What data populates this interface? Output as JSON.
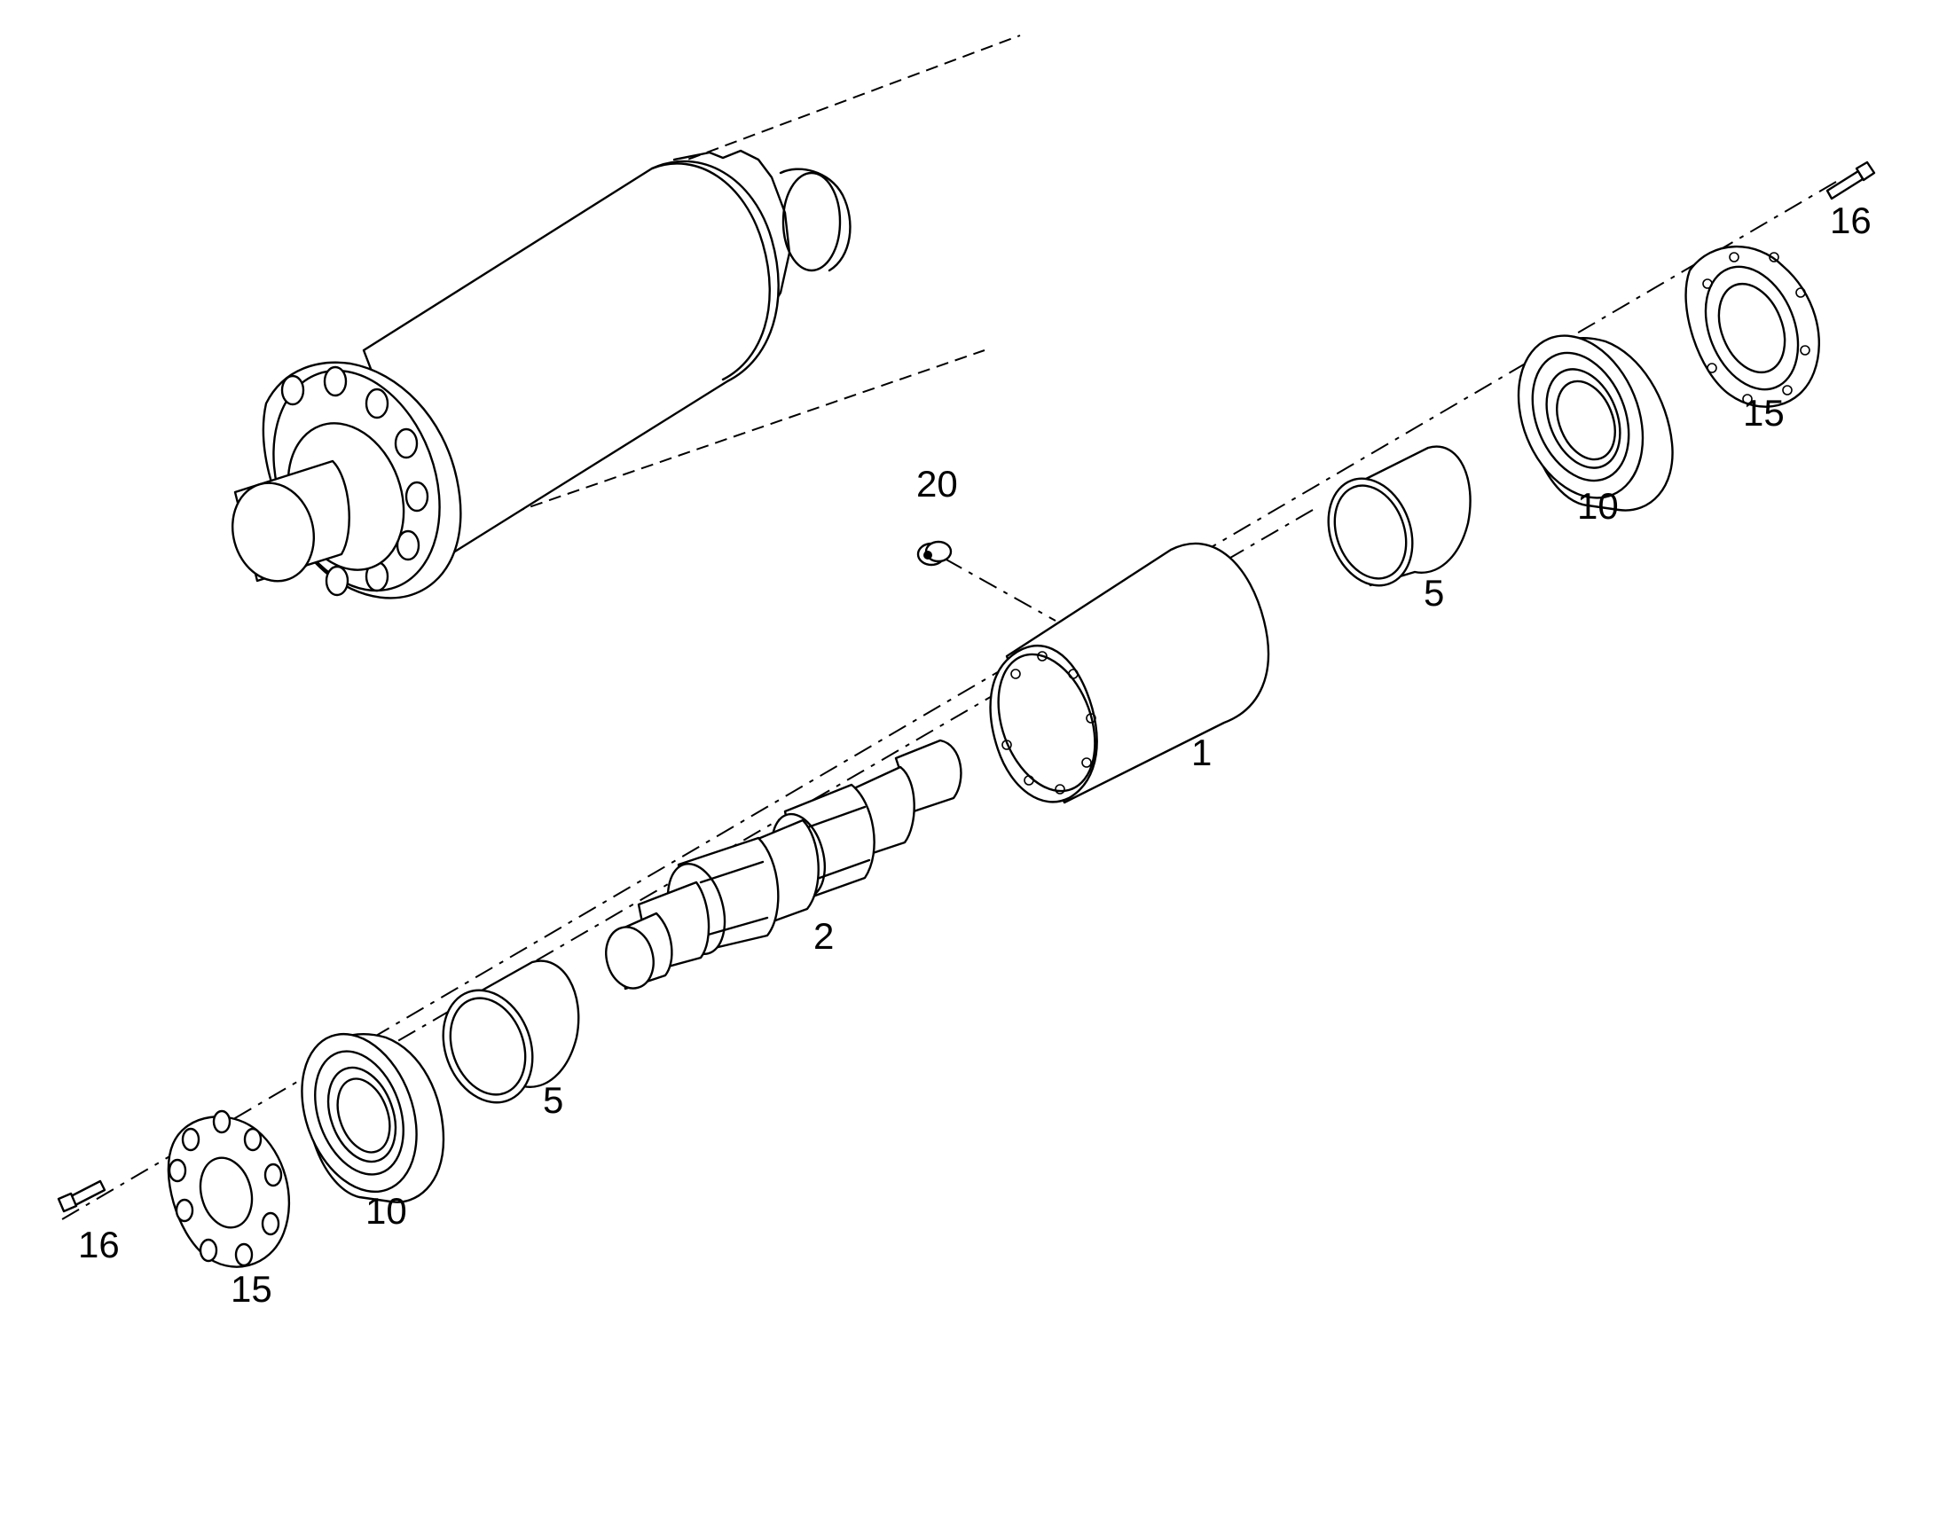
{
  "callouts": [
    {
      "id": "part-1",
      "text": "1"
    },
    {
      "id": "part-2",
      "text": "2"
    },
    {
      "id": "part-5-upper",
      "text": "5"
    },
    {
      "id": "part-5-lower",
      "text": "5"
    },
    {
      "id": "part-10-upper",
      "text": "10"
    },
    {
      "id": "part-10-lower",
      "text": "10"
    },
    {
      "id": "part-15-upper",
      "text": "15"
    },
    {
      "id": "part-15-lower",
      "text": "15"
    },
    {
      "id": "part-16-upper",
      "text": "16"
    },
    {
      "id": "part-16-lower",
      "text": "16"
    },
    {
      "id": "part-20",
      "text": "20"
    }
  ]
}
